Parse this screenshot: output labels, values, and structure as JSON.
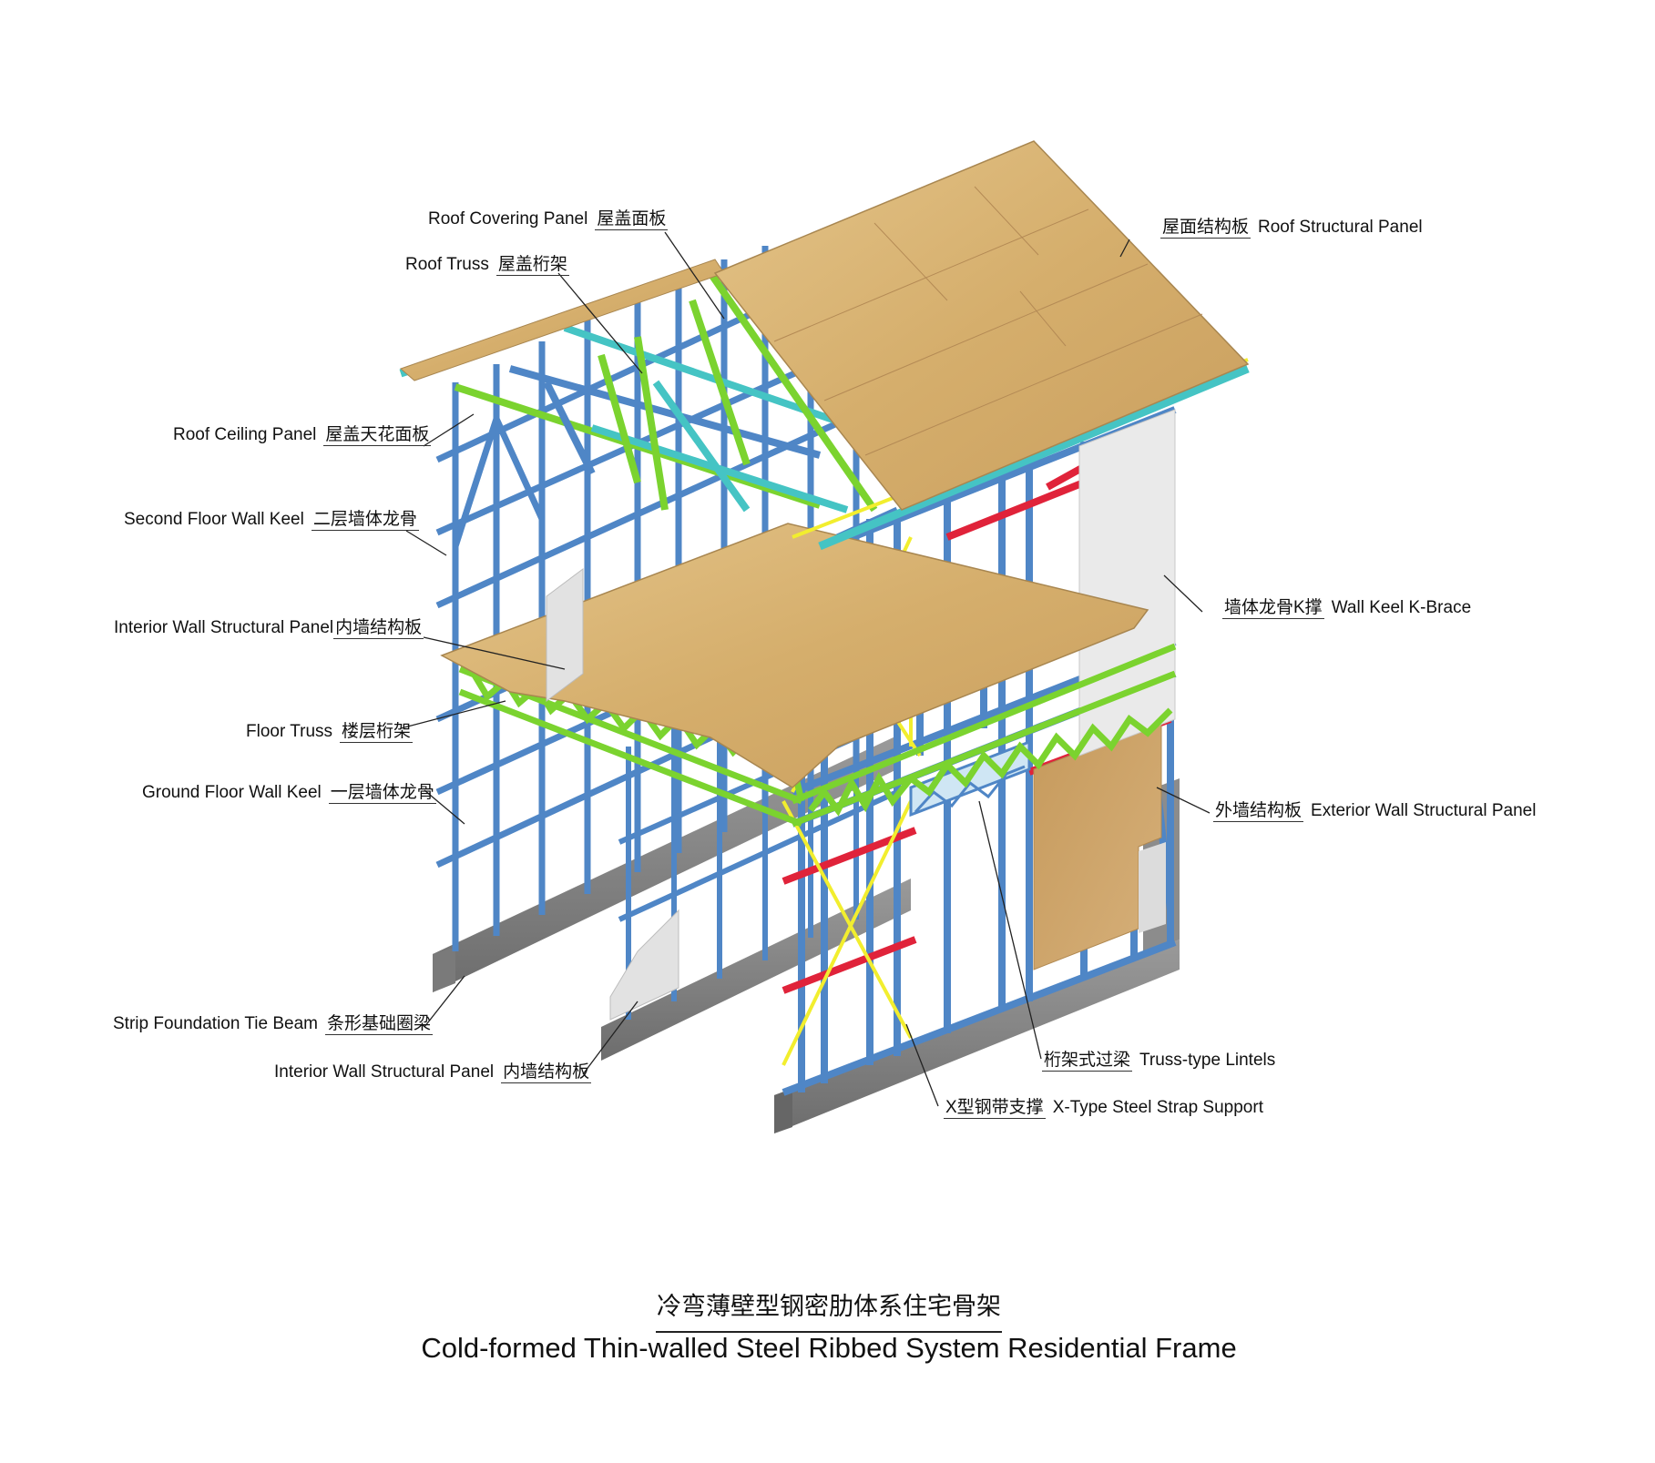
{
  "labels": {
    "roof_covering_panel": {
      "en": "Roof Covering Panel",
      "zh": "屋盖面板"
    },
    "roof_truss": {
      "en": "Roof Truss",
      "zh": "屋盖桁架"
    },
    "roof_ceiling_panel": {
      "en": "Roof Ceiling Panel",
      "zh": "屋盖天花面板"
    },
    "second_floor_wall_keel": {
      "en": "Second Floor Wall Keel",
      "zh": "二层墙体龙骨"
    },
    "interior_wall_structural_panel_upper": {
      "en": "Interior Wall Structural Panel",
      "zh": "内墙结构板"
    },
    "floor_truss": {
      "en": "Floor Truss",
      "zh": "楼层桁架"
    },
    "ground_floor_wall_keel": {
      "en": "Ground Floor Wall Keel",
      "zh": "一层墙体龙骨"
    },
    "strip_foundation_tie_beam": {
      "en": "Strip Foundation Tie Beam",
      "zh": "条形基础圈梁"
    },
    "interior_wall_structural_panel_lower": {
      "en": "Interior Wall Structural Panel",
      "zh": "内墙结构板"
    },
    "roof_structural_panel": {
      "en": "Roof Structural Panel",
      "zh": "屋面结构板"
    },
    "wall_keel_k_brace": {
      "en": "Wall Keel K-Brace",
      "zh": "墙体龙骨K撑"
    },
    "exterior_wall_structural_panel": {
      "en": "Exterior Wall Structural Panel",
      "zh": "外墙结构板"
    },
    "truss_type_lintels": {
      "en": "Truss-type Lintels",
      "zh": "桁架式过梁"
    },
    "x_type_steel_strap_support": {
      "en": "X-Type Steel Strap Support",
      "zh": "X型钢带支撑"
    }
  },
  "title": {
    "zh": "冷弯薄壁型钢密肋体系住宅骨架",
    "en": "Cold-formed Thin-walled Steel Ribbed System Residential Frame"
  },
  "colors": {
    "steel_frame": "#4f86c6",
    "truss_green": "#7bd32f",
    "roof_cyan": "#45c4c4",
    "osb_panel": "#d8b476",
    "floor_panel": "#c9a46a",
    "red_bracing": "#e0233a",
    "yellow_strap": "#f2ee2e",
    "foundation_gray": "#8a8a8a",
    "interior_panel": "#e2e2e2"
  }
}
